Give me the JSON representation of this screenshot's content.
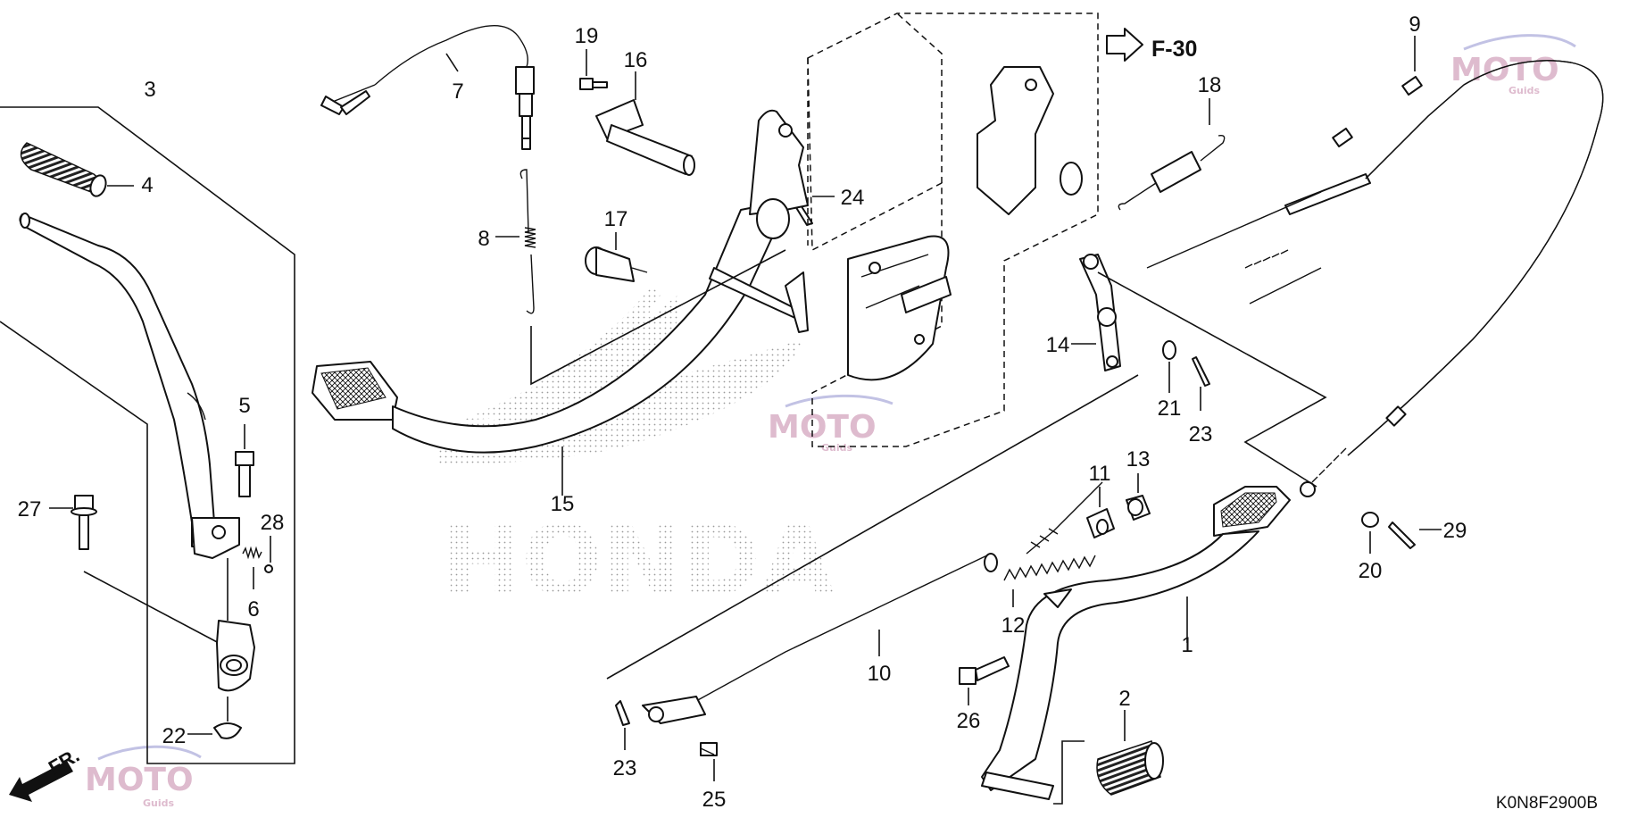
{
  "diagram": {
    "reference_code": "K0N8F2900B",
    "cross_reference": "F-30",
    "front_label": "FR.",
    "background_logo_text": "HONDA",
    "watermark": {
      "brand": "MOTO",
      "sub": "Guids",
      "color": "#d9b0c6"
    },
    "callouts": {
      "c1": "1",
      "c2": "2",
      "c3": "3",
      "c4": "4",
      "c5": "5",
      "c6": "6",
      "c7": "7",
      "c8": "8",
      "c9": "9",
      "c10": "10",
      "c11": "11",
      "c12": "12",
      "c13": "13",
      "c14": "14",
      "c15": "15",
      "c16": "16",
      "c17": "17",
      "c18": "18",
      "c19": "19",
      "c20": "20",
      "c21": "21",
      "c22": "22",
      "c23a": "23",
      "c23b": "23",
      "c24": "24",
      "c25": "25",
      "c26": "26",
      "c27": "27",
      "c28": "28",
      "c29": "29"
    }
  }
}
